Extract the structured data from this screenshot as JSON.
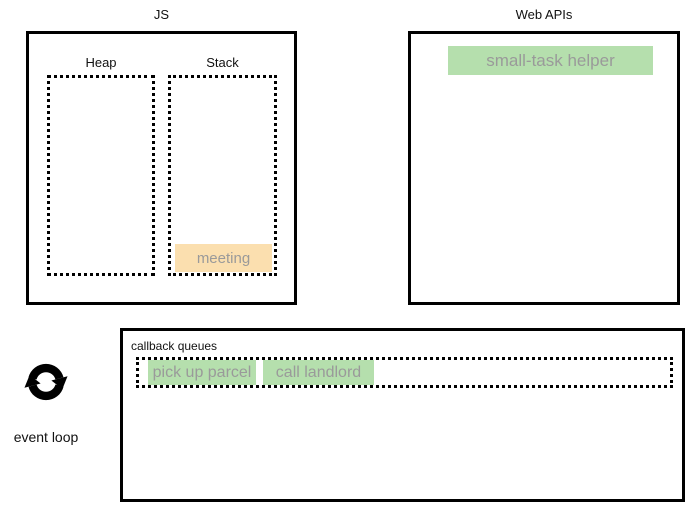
{
  "diagram": {
    "js": {
      "title": "JS",
      "heap": {
        "label": "Heap"
      },
      "stack": {
        "label": "Stack",
        "frames": [
          {
            "label": "meeting"
          }
        ]
      }
    },
    "web_apis": {
      "title": "Web APIs",
      "tasks": [
        {
          "label": "small-task helper"
        }
      ]
    },
    "callback_queues": {
      "title": "callback queues",
      "items": [
        {
          "label": "pick up parcel"
        },
        {
          "label": "call landlord"
        }
      ]
    },
    "event_loop": {
      "label": "event loop"
    }
  },
  "colors": {
    "task_fill": "#b5dfad",
    "frame_fill": "#fbdfaf",
    "block_text": "#9a9a9a",
    "border": "#000000"
  }
}
